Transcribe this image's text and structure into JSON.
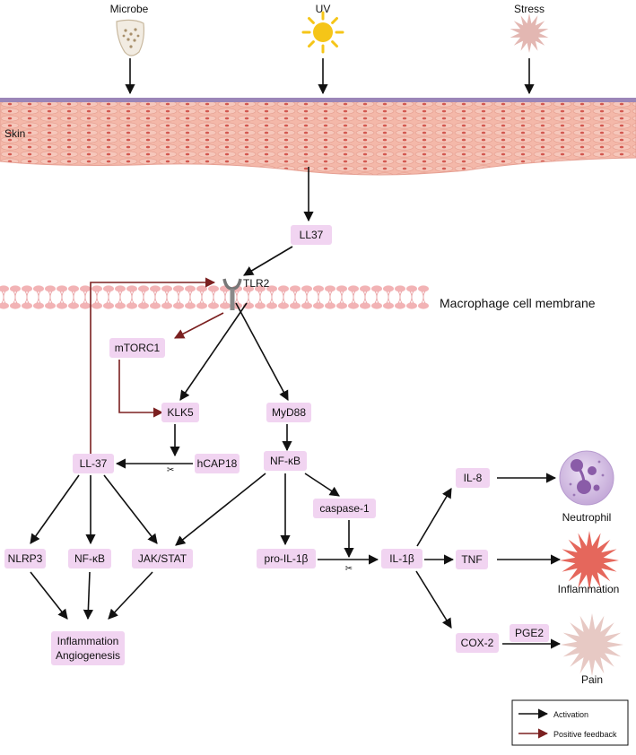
{
  "stimuli": {
    "microbe": "Microbe",
    "uv": "UV",
    "stress": "Stress"
  },
  "skin_label": "Skin",
  "membrane_label": "Macrophage cell membrane",
  "receptor_label": "TLR2",
  "nodes": {
    "ll37_top": "LL37",
    "mtorc1": "mTORC1",
    "klk5": "KLK5",
    "myd88": "MyD88",
    "ll37": "LL-37",
    "hcap18": "hCAP18",
    "nfkb_mid": "NF-κB",
    "caspase1": "caspase-1",
    "nlrp3": "NLRP3",
    "nfkb_low": "NF-κB",
    "jakstat": "JAK/STAT",
    "prol1b": "pro-IL-1β",
    "il1b": "IL-1β",
    "il8": "IL-8",
    "tnf": "TNF",
    "cox2": "COX-2",
    "pge2": "PGE2",
    "inflam_line1": "Inflammation",
    "inflam_line2": "Angiogenesis"
  },
  "outcomes": {
    "neutrophil": "Neutrophil",
    "inflammation": "Inflammation",
    "pain": "Pain"
  },
  "legend": {
    "activation": "Activation",
    "positive_feedback": "Positive feedback"
  },
  "colors": {
    "activation": "#111111",
    "feedback": "#7b2020",
    "box_fill": "#f1d4f1",
    "skin_cell": "#f3b5a6",
    "skin_nucleus": "#d2574f",
    "membrane": "#f2b3b5",
    "sun": "#f5c518",
    "neutrophil": "#c9b2dc",
    "inflammation_burst": "#e5675c",
    "pain_burst": "#e7c9c4",
    "stress_burst": "#e3b7b2"
  }
}
